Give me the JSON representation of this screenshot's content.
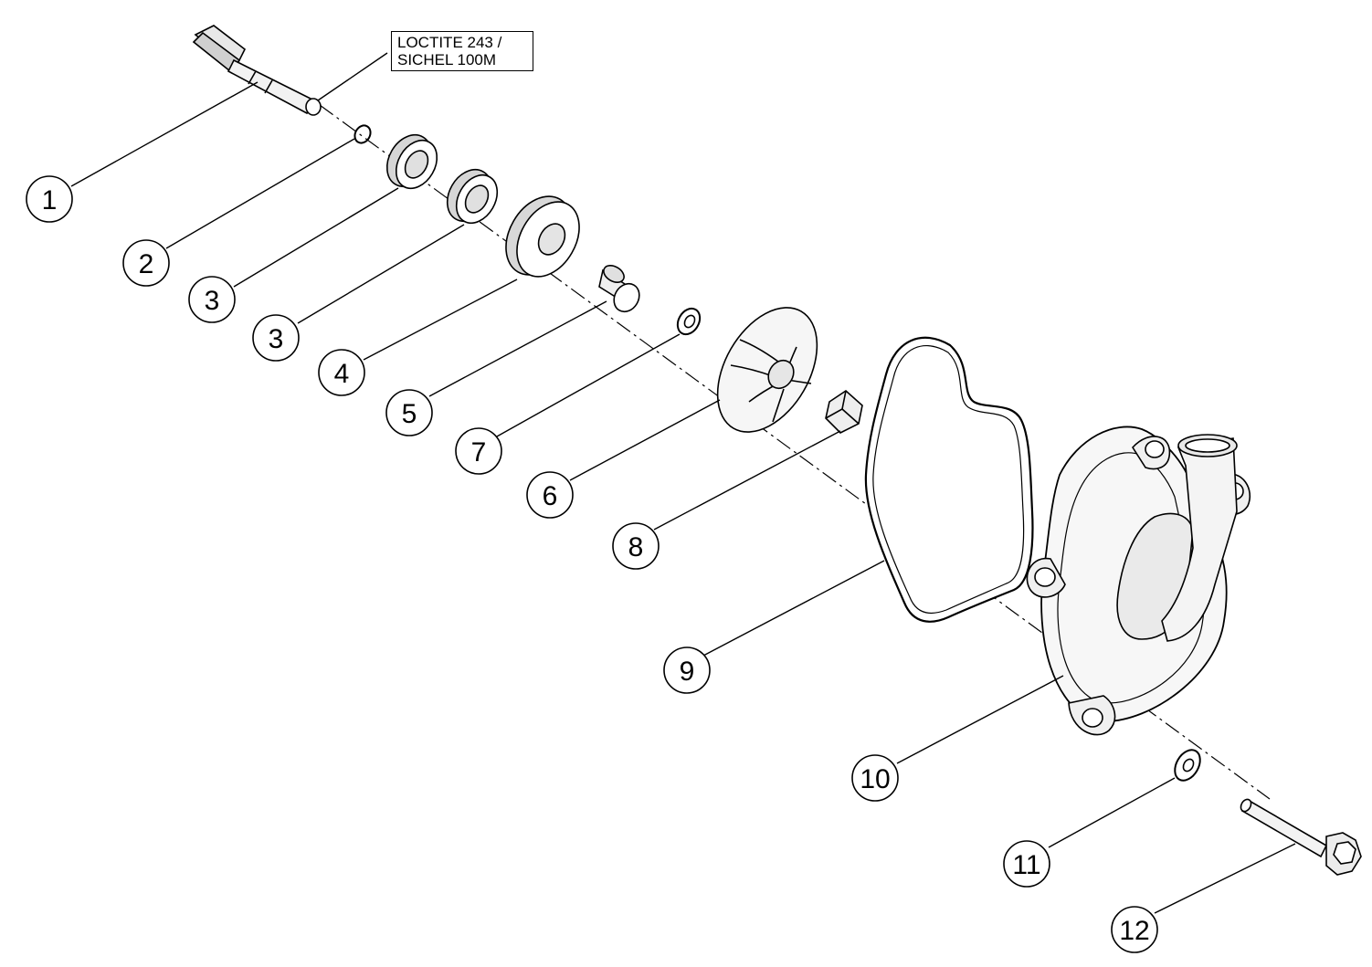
{
  "note": {
    "line1": "LOCTITE 243 /",
    "line2": "SICHEL 100M"
  },
  "callouts": [
    {
      "id": "c1",
      "label": "1"
    },
    {
      "id": "c2",
      "label": "2"
    },
    {
      "id": "c3a",
      "label": "3"
    },
    {
      "id": "c3b",
      "label": "3"
    },
    {
      "id": "c4",
      "label": "4"
    },
    {
      "id": "c5",
      "label": "5"
    },
    {
      "id": "c7",
      "label": "7"
    },
    {
      "id": "c6",
      "label": "6"
    },
    {
      "id": "c8",
      "label": "8"
    },
    {
      "id": "c9",
      "label": "9"
    },
    {
      "id": "c10",
      "label": "10"
    },
    {
      "id": "c11",
      "label": "11"
    },
    {
      "id": "c12",
      "label": "12"
    }
  ]
}
